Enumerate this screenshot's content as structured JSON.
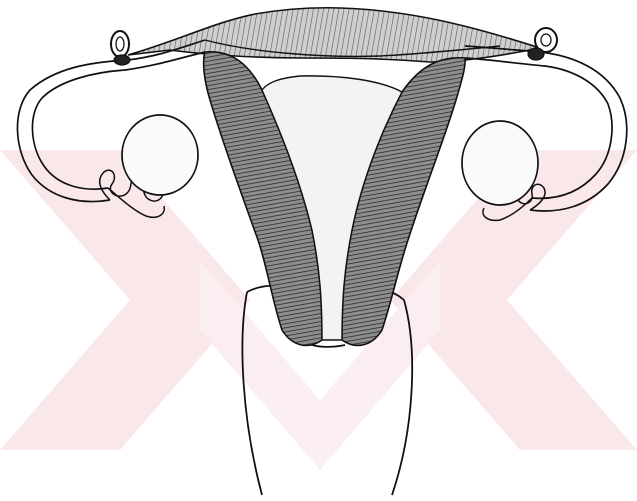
{
  "diagram": {
    "style": "pencil line drawing on white",
    "colors": {
      "background": "#ffffff",
      "watermark": "#f7dde0",
      "ink": "#111111",
      "shading_dark": "#3a3a3a",
      "shading_light": "#bdbdbd",
      "ovary_fill": "#fafafa"
    },
    "parts": [
      "watermark",
      "uterine-fundus",
      "uterine-wall-left",
      "uterine-wall-right",
      "endometrial-cavity",
      "cervix",
      "vagina",
      "fallopian-tube-left",
      "fallopian-tube-right",
      "fimbriae-left",
      "fimbriae-right",
      "ovary-left",
      "ovary-right",
      "clip-ring-left",
      "clip-ring-right"
    ]
  }
}
